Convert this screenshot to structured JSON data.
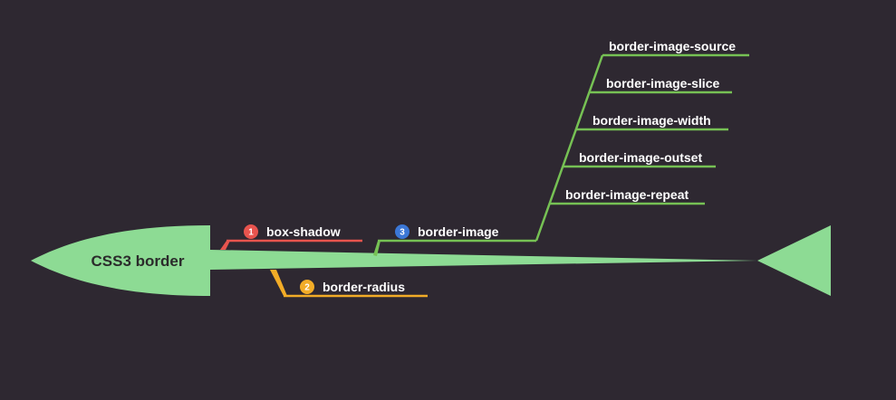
{
  "diagram": {
    "root": {
      "label": "CSS3 border",
      "color": "#8ddb94"
    },
    "branches": [
      {
        "id": "box-shadow",
        "badge": "1",
        "label": "box-shadow",
        "color": "#e8544e"
      },
      {
        "id": "border-radius",
        "badge": "2",
        "label": "border-radius",
        "color": "#f2ac27"
      },
      {
        "id": "border-image",
        "badge": "3",
        "label": "border-image",
        "color": "#76c154",
        "badge_color": "#3b77d6",
        "children": [
          {
            "label": "border-image-source"
          },
          {
            "label": "border-image-slice"
          },
          {
            "label": "border-image-width"
          },
          {
            "label": "border-image-outset"
          },
          {
            "label": "border-image-repeat"
          }
        ]
      }
    ],
    "colors": {
      "background": "#2e2831",
      "text": "#ffffff",
      "root_text": "#2b2b2b"
    }
  }
}
